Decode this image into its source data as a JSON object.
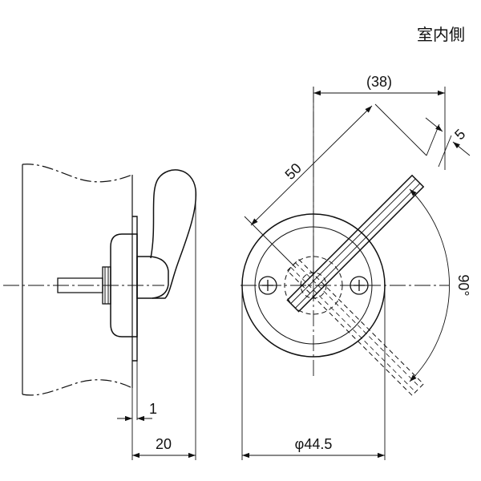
{
  "header": {
    "side_label": "室内側"
  },
  "dimensions": {
    "overall_width": "(38)",
    "handle_length": "50",
    "handle_thickness": "5",
    "rotation_angle": "90°",
    "rose_diameter": "φ44.5",
    "projection": "20",
    "gap": "1"
  }
}
